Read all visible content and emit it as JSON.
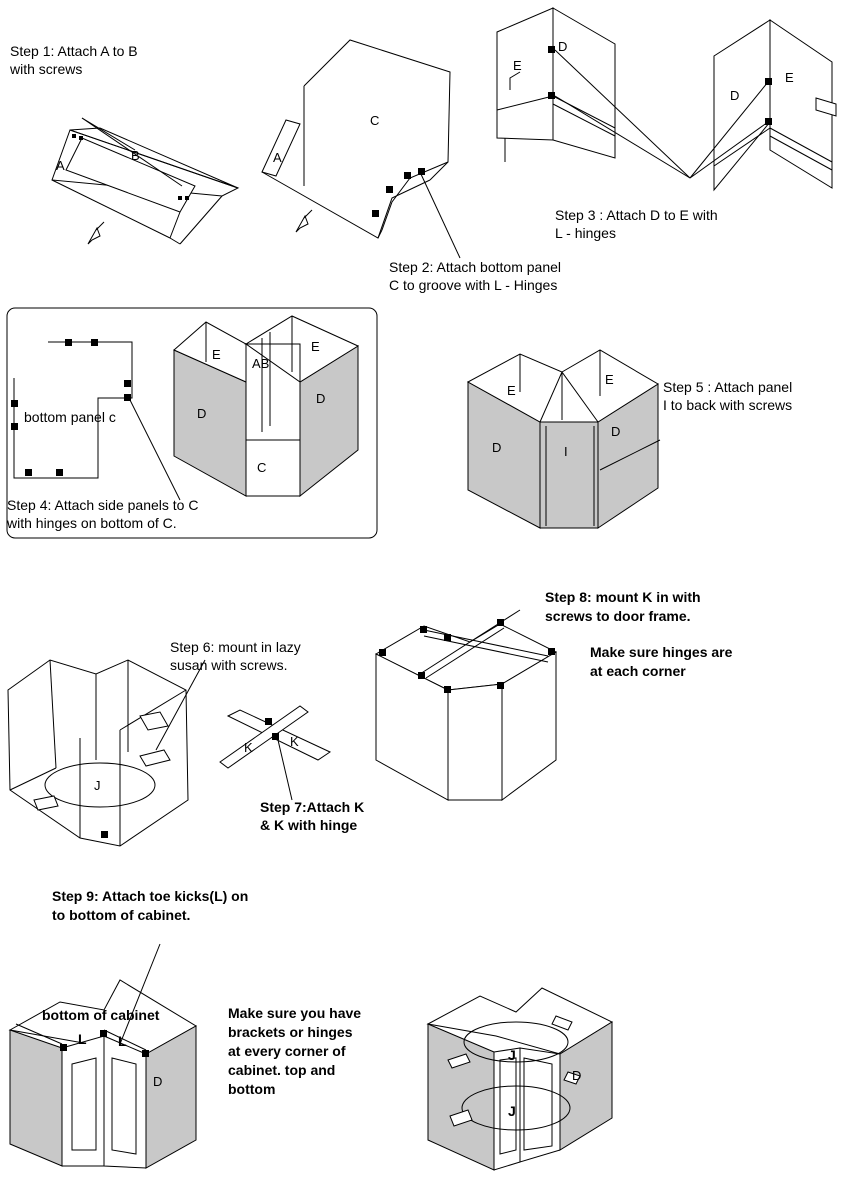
{
  "captions": {
    "step1_l1": "Step 1: Attach A to B",
    "step1_l2": "with screws",
    "step2_l1": "Step 2: Attach bottom panel",
    "step2_l2": "C to groove with L - Hinges",
    "step3_l1": "Step 3 : Attach D to E with",
    "step3_l2": "L - hinges",
    "step4_l1": "Step 4: Attach side panels to C",
    "step4_l2": "with hinges on bottom of C.",
    "step5_l1": "Step 5 : Attach panel",
    "step5_l2": "I to back with screws",
    "step6_l1": "Step 6: mount in lazy",
    "step6_l2": "susan with screws.",
    "step7_l1": "Step 7:Attach K",
    "step7_l2": "& K with hinge",
    "step8_l1": "Step 8: mount K in with",
    "step8_l2": "screws to door frame.",
    "hinge_l1": "Make sure hinges are",
    "hinge_l2": "at each corner",
    "step9_l1": "Step 9: Attach toe kicks(L) on",
    "step9_l2": "to bottom of cabinet.",
    "bracket_l1": "Make sure you have",
    "bracket_l2": "brackets or hinges",
    "bracket_l3": "at every corner of",
    "bracket_l4": "cabinet. top and",
    "bracket_l5": "bottom"
  },
  "labels": {
    "A": "A",
    "B": "B",
    "C": "C",
    "D": "D",
    "E": "E",
    "AB": "AB",
    "I": "I",
    "J": "J",
    "K": "K",
    "L": "L",
    "bottom_panel_c": "bottom panel c",
    "bottom_of_cabinet": "bottom of cabinet"
  },
  "colors": {
    "panel_shade": "#c8c8c8",
    "line": "#000000",
    "screw": "#000000"
  }
}
